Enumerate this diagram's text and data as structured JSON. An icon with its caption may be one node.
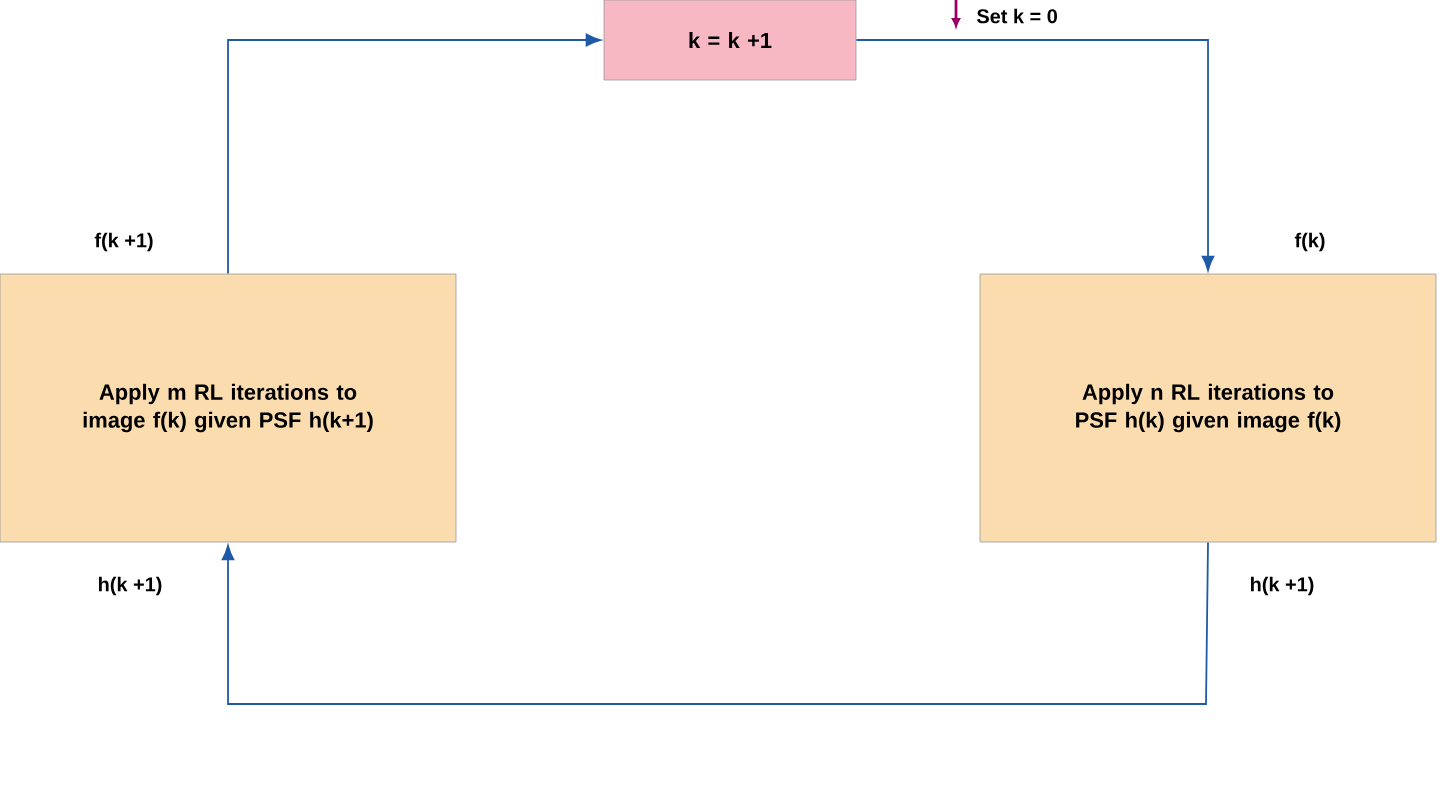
{
  "diagram": {
    "nodes": [
      {
        "text": [
          "k = k +1"
        ]
      },
      {
        "text": [
          "Apply m RL iterations to image f(k) given PSF h(k+1)"
        ]
      },
      {
        "text": [
          "Apply n RL iterations to PSF h(k) given image f(k)"
        ]
      }
    ],
    "edges": [
      {
        "from": 1,
        "to": 0,
        "arrow": "to"
      },
      {
        "from": 0,
        "to": 2,
        "arrow": "to"
      },
      {
        "from": 2,
        "to": 1,
        "arrow": "to"
      }
    ],
    "labels": [
      "Set k = 0",
      "f(k +1)",
      "f(k)",
      "h(k +1)",
      "h(k +1)"
    ]
  }
}
